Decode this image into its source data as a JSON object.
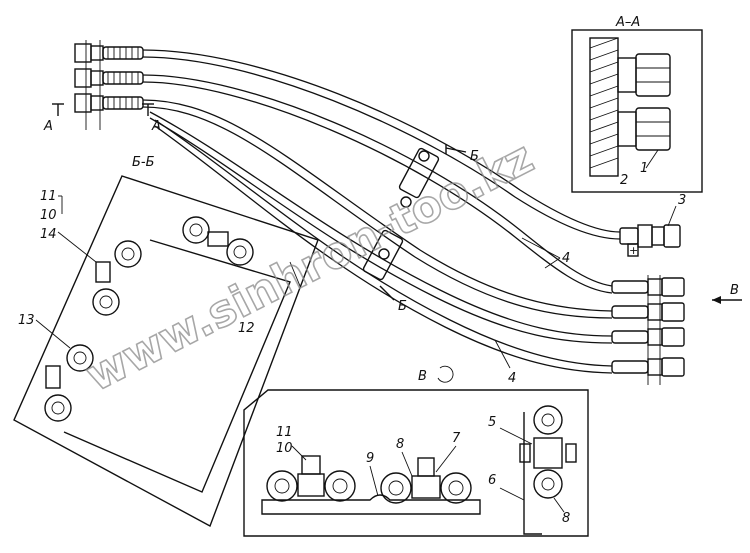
{
  "section_titles": {
    "aa": "А–А",
    "bb": "Б-Б",
    "view_v": "В"
  },
  "section_marks": {
    "a_left": "А",
    "a_right": "А",
    "b_top": "Б",
    "b_bottom": "Б",
    "v_arrow": "В"
  },
  "callouts": {
    "c1": "1",
    "c2": "2",
    "c3": "3",
    "c4a": "4",
    "c4b": "4",
    "c5": "5",
    "c6": "6",
    "c7": "7",
    "c8": "8",
    "c8b": "8",
    "c9": "9",
    "c10a": "10",
    "c10b": "10",
    "c11a": "11",
    "c11b": "11",
    "c12": "12",
    "c13": "13",
    "c14": "14"
  },
  "watermarks": {
    "diag": "www.sinhron-too.kz"
  },
  "colors": {
    "line": "#111111",
    "watermark": "#8a8a8a"
  }
}
